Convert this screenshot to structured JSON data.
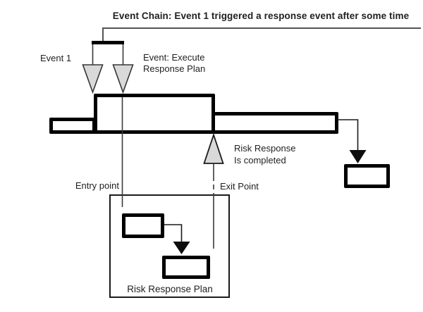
{
  "diagram": {
    "title": "Event Chain: Event 1 triggered a response event after some time",
    "labels": {
      "event1": "Event 1",
      "response_event": "Event: Execute\nResponse Plan",
      "risk_response_completed": "Risk Response\nIs completed",
      "entry_point": "Entry point",
      "exit_point": "Exit Point",
      "plan_title": "Risk Response Plan"
    },
    "icons": {
      "event1-arrow-icon": "triangle-down-outlined-gray",
      "response-event-arrow-icon": "triangle-down-outlined-gray",
      "risk-response-completed-arrow-icon": "triangle-up-outlined-gray",
      "successor-connector-arrowhead-icon": "triangle-down-solid-black",
      "plan-connector-arrowhead-icon": "triangle-down-solid-black"
    },
    "colors": {
      "event_arrow_fill": "#d9d9d9",
      "event_arrow_stroke": "#363636",
      "bar_border": "#000000",
      "connector_line": "#3a3a3a",
      "plan_box_border": "#1a1a1a",
      "text": "#1f1f1f",
      "bracket_line": "#555555",
      "arrowhead": "#0d0d0d"
    }
  }
}
